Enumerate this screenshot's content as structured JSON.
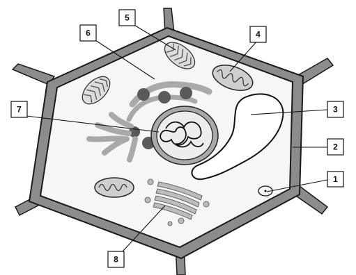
{
  "labels": [
    {
      "id": "1",
      "text": "1"
    },
    {
      "id": "2",
      "text": "2"
    },
    {
      "id": "3",
      "text": "3"
    },
    {
      "id": "4",
      "text": "4"
    },
    {
      "id": "5",
      "text": "5"
    },
    {
      "id": "6",
      "text": "6"
    },
    {
      "id": "7",
      "text": "7"
    },
    {
      "id": "8",
      "text": "8"
    }
  ],
  "colors": {
    "cell_wall": "#8c8c8c",
    "cytoplasm": "#f4f4f4",
    "organelle_gray": "#a9a9a9",
    "ribosome_dark": "#5a5a5a",
    "outline": "#1a1a1a"
  }
}
